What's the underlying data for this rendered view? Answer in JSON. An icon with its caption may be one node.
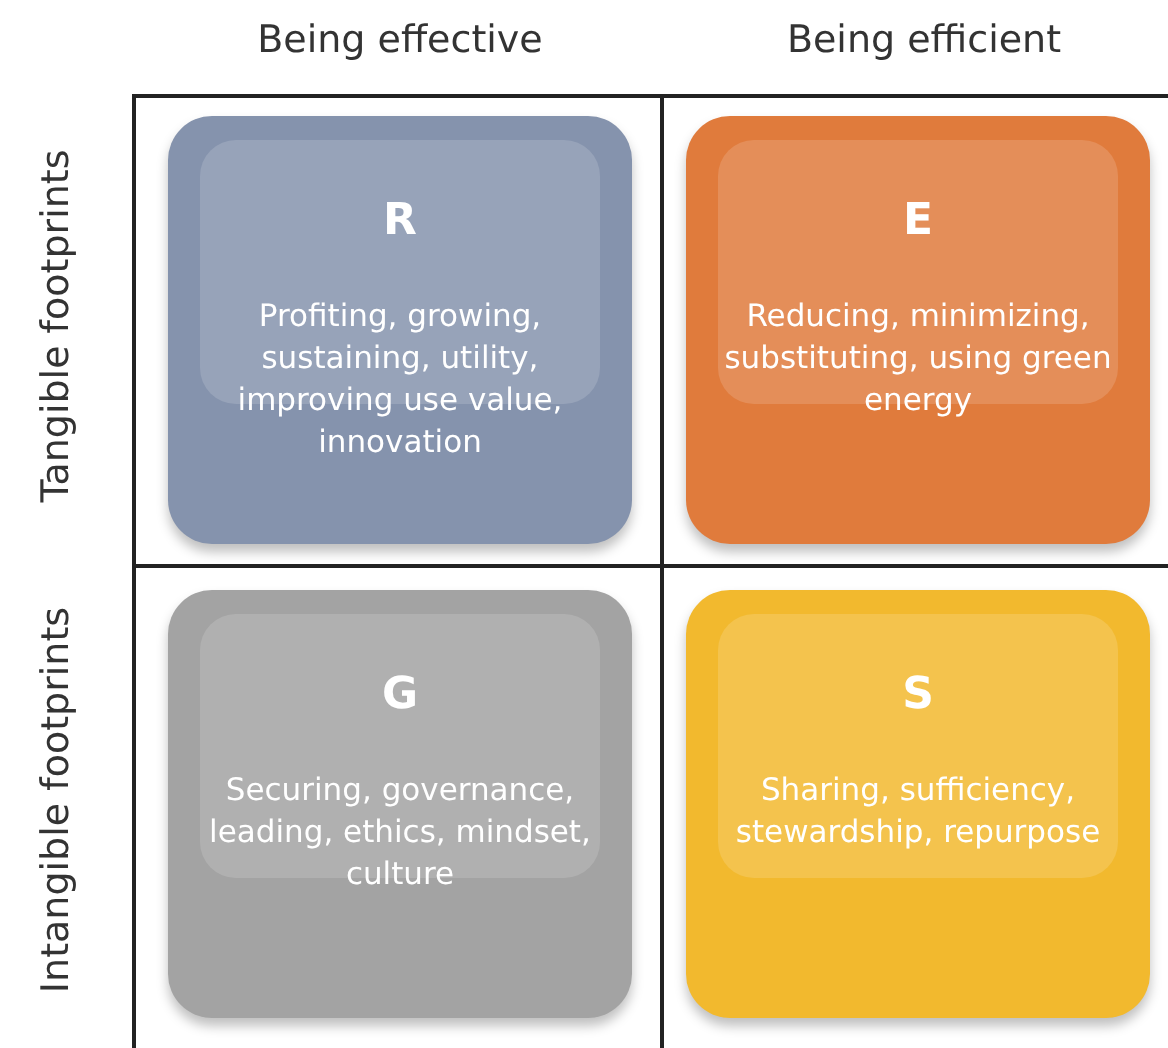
{
  "diagram": {
    "nodes": [
      {
        "text": [
          "R",
          "Profiting, growing, sustaining, utility, improving use value, innovation"
        ]
      },
      {
        "text": [
          "E",
          "Reducing, minimizing, substituting, using green energy"
        ]
      },
      {
        "text": [
          "G",
          "Securing, governance, leading, ethics, mindset, culture"
        ]
      },
      {
        "text": [
          "S",
          "Sharing, sufficiency, stewardship, repurpose"
        ]
      }
    ],
    "edges": [],
    "labels": [
      "Being effective",
      "Being efficient",
      "Tangible footprints",
      "Intangible footprints"
    ]
  }
}
